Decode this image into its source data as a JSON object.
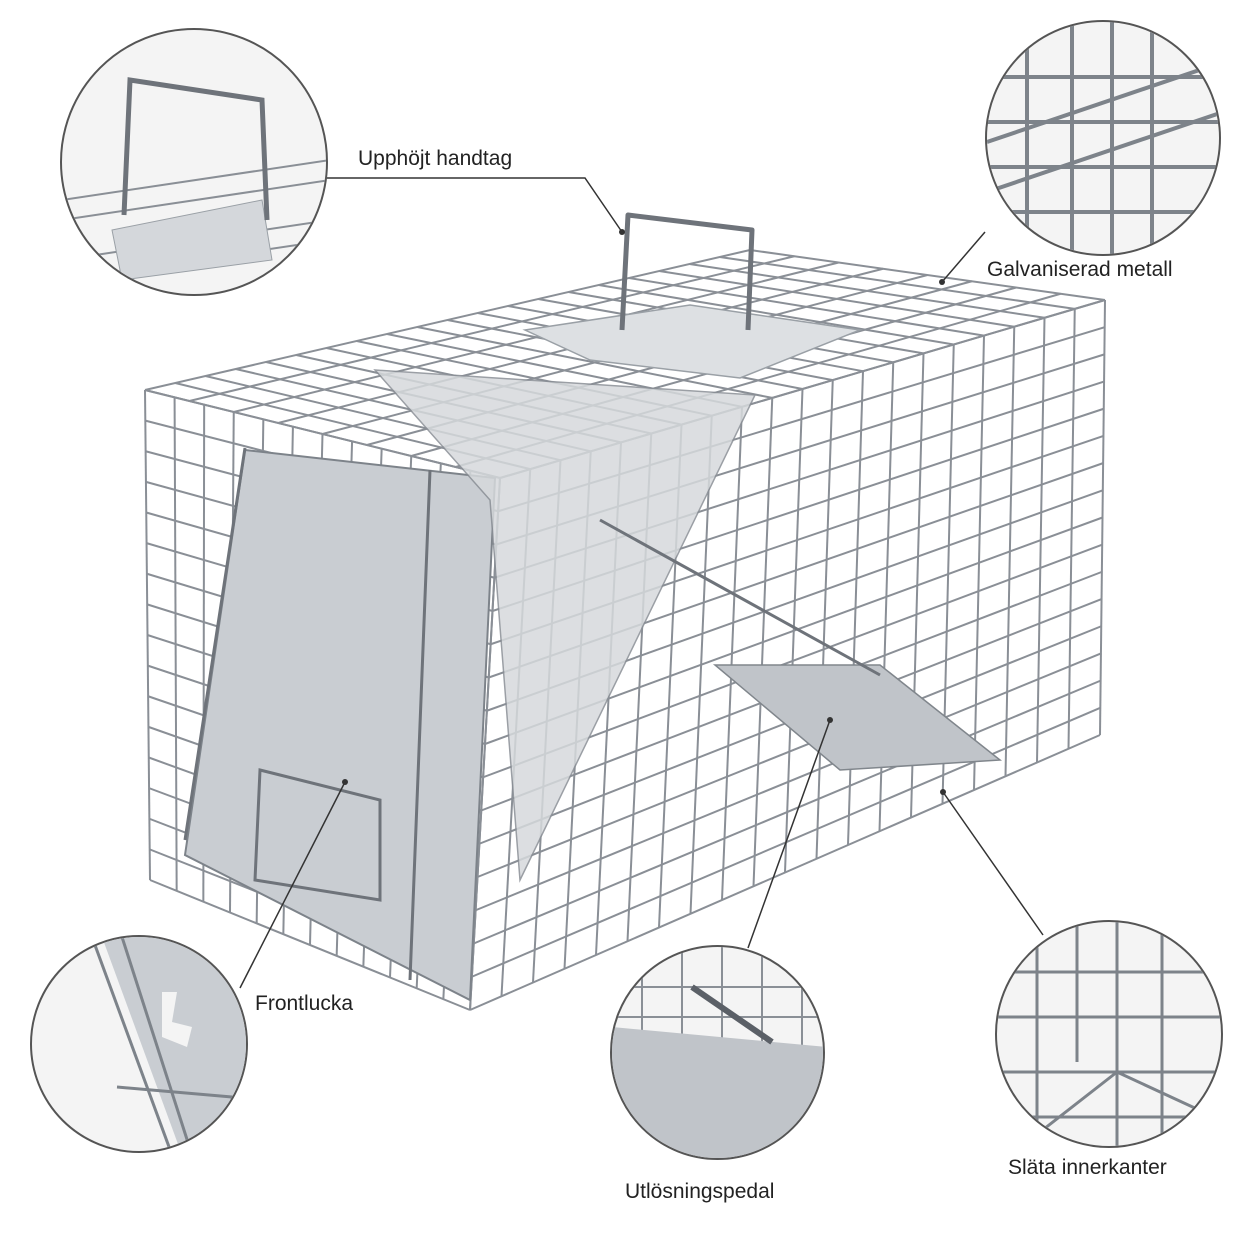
{
  "callouts": {
    "handle": "Upphöjt handtag",
    "metal": "Galvaniserad metall",
    "door": "Frontlucka",
    "pedal": "Utlösningspedal",
    "edges": "Släta innerkanter"
  },
  "colors": {
    "wire": "#8a8f96",
    "wire_dark": "#5b6067",
    "plate": "#c9cdd2",
    "plate_light": "#dde0e3",
    "leader": "#333333",
    "text": "#222222"
  },
  "icons": {
    "handle_zoom": "handle-closeup-icon",
    "metal_zoom": "galvanized-mesh-closeup-icon",
    "door_zoom": "front-door-closeup-icon",
    "pedal_zoom": "trigger-pedal-closeup-icon",
    "edges_zoom": "smooth-edges-closeup-icon"
  }
}
